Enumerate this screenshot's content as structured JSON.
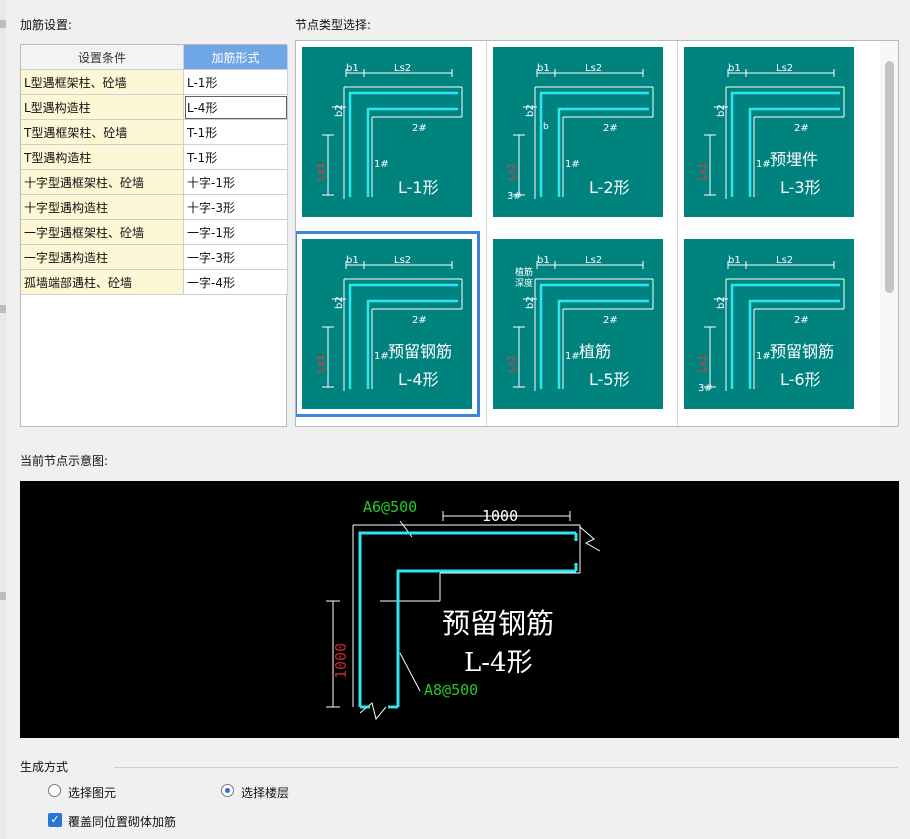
{
  "sections": {
    "reinforce_settings": "加筋设置:",
    "node_type_select": "节点类型选择:",
    "current_node_preview": "当前节点示意图:",
    "generate_mode": "生成方式"
  },
  "table": {
    "headers": [
      "设置条件",
      "加筋形式"
    ],
    "rows": [
      {
        "condition": "L型遇框架柱、砼墙",
        "form": "L-1形"
      },
      {
        "condition": "L型遇构造柱",
        "form": "L-4形"
      },
      {
        "condition": "T型遇框架柱、砼墙",
        "form": "T-1形"
      },
      {
        "condition": "T型遇构造柱",
        "form": "T-1形"
      },
      {
        "condition": "十字型遇框架柱、砼墙",
        "form": "十字-1形"
      },
      {
        "condition": "十字型遇构造柱",
        "form": "十字-3形"
      },
      {
        "condition": "一字型遇框架柱、砼墙",
        "form": "一字-1形"
      },
      {
        "condition": "一字型遇构造柱",
        "form": "一字-3形"
      },
      {
        "condition": "孤墙端部遇柱、砼墙",
        "form": "一字-4形"
      }
    ],
    "selected_row": 1
  },
  "tiles": [
    {
      "lines": [
        "L-1形"
      ],
      "labels": {
        "b1": "b1",
        "ls2": "Ls2",
        "b2": "b2",
        "ls1": "Ls1",
        "n1": "1#",
        "n2": "2#"
      }
    },
    {
      "lines": [
        "L-2形"
      ],
      "labels": {
        "b1": "b1",
        "ls2": "Ls2",
        "b2": "b2",
        "ls1": "Ls1",
        "n1": "1#",
        "n2": "2#",
        "n3": "3#",
        "b": "b"
      }
    },
    {
      "lines": [
        "预埋件",
        "L-3形"
      ],
      "labels": {
        "b1": "b1",
        "ls2": "Ls2",
        "b2": "b2",
        "ls1": "Ls1",
        "n1": "1#",
        "n2": "2#"
      }
    },
    {
      "lines": [
        "预留钢筋",
        "L-4形"
      ],
      "labels": {
        "b1": "b1",
        "ls2": "Ls2",
        "b2": "b2",
        "ls1": "Ls1",
        "n1": "1#",
        "n2": "2#"
      }
    },
    {
      "lines": [
        "植筋",
        "L-5形"
      ],
      "labels": {
        "b1": "b1",
        "ls2": "Ls2",
        "b2": "b2",
        "ls1": "Ls1",
        "n1": "1#",
        "n2": "2#",
        "depth1": "植筋",
        "depth2": "深度"
      }
    },
    {
      "lines": [
        "预留钢筋",
        "L-6形"
      ],
      "labels": {
        "b1": "b1",
        "ls2": "Ls2",
        "b2": "b2",
        "ls1": "Ls1",
        "n1": "1#",
        "n2": "2#",
        "n3": "3#"
      }
    }
  ],
  "selected_tile": 3,
  "preview": {
    "top_bar_label": "A6@500",
    "horizontal_length": "1000",
    "vertical_length": "1000",
    "bottom_bar_label": "A8@500",
    "title_line1": "预留钢筋",
    "title_line2": "L-4形"
  },
  "options": {
    "radio_element": "选择图元",
    "radio_floor": "选择楼层",
    "selected_radio": "floor",
    "overwrite_checkbox": "覆盖同位置砌体加筋",
    "overwrite_checked": true
  },
  "colors": {
    "tile_bg": "#00837f",
    "rebar": "#2ee6f0",
    "dim_red": "#c62828",
    "label_green": "#22cc22",
    "select_blue": "#3c83d9"
  }
}
